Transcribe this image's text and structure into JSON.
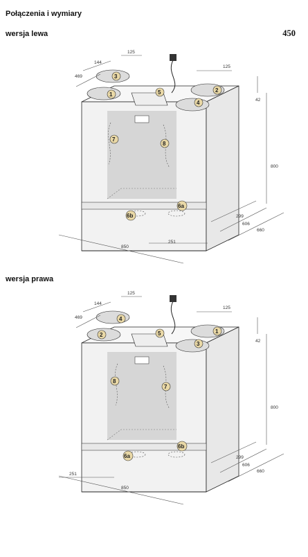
{
  "title": "Połączenia i wymiary",
  "model": "450",
  "versions": [
    {
      "heading": "wersja lewa",
      "dims": {
        "d144": "144",
        "d125a": "125",
        "d125b": "125",
        "d469": "469",
        "d42": "42",
        "d800": "800",
        "d299": "299",
        "d606": "606",
        "d660": "660",
        "d850": "850",
        "d251": "251"
      },
      "callouts": {
        "c1": "1",
        "c2": "2",
        "c3": "3",
        "c4": "4",
        "c5": "5",
        "c6a": "6a",
        "c6b": "6b",
        "c7": "7",
        "c8": "8"
      }
    },
    {
      "heading": "wersja prawa",
      "dims": {
        "d144": "144",
        "d125a": "125",
        "d125b": "125",
        "d469": "469",
        "d42": "42",
        "d800": "800",
        "d299": "299",
        "d606": "606",
        "d660": "660",
        "d850": "850",
        "d251": "251"
      },
      "callouts": {
        "c1": "1",
        "c2": "2",
        "c3": "3",
        "c4": "4",
        "c5": "5",
        "c6a": "6a",
        "c6b": "6b",
        "c7": "7",
        "c8": "8"
      }
    }
  ],
  "colors": {
    "callout_fill": "#e9d8a6",
    "callout_stroke": "#333333",
    "panel_front": "#f2f2f2",
    "panel_inner": "#d6d6d6"
  }
}
